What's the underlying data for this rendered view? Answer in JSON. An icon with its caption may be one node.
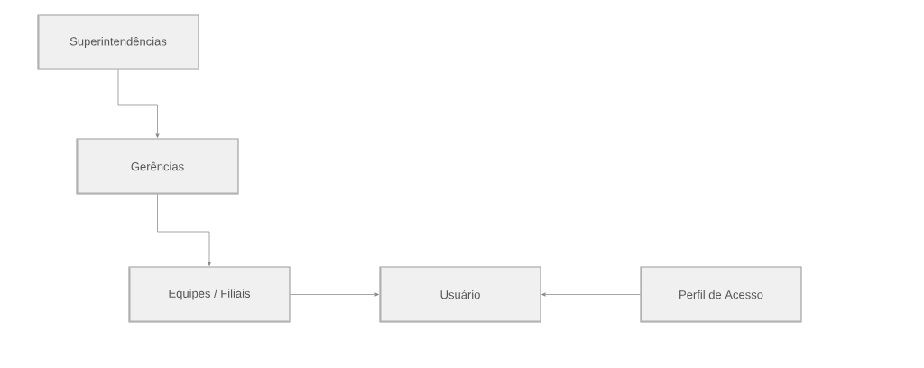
{
  "diagram": {
    "nodes": [
      {
        "text": [
          "Superintendências"
        ]
      },
      {
        "text": [
          "Gerências"
        ]
      },
      {
        "text": [
          "Equipes / Filiais"
        ]
      },
      {
        "text": [
          "Usuário"
        ]
      },
      {
        "text": [
          "Perfil de Acesso"
        ]
      }
    ],
    "edges": [
      {
        "from": 0,
        "to": 1,
        "arrow": "to"
      },
      {
        "from": 1,
        "to": 2,
        "arrow": "to"
      },
      {
        "from": 2,
        "to": 3,
        "arrow": "to"
      },
      {
        "from": 4,
        "to": 3,
        "arrow": "to"
      }
    ]
  }
}
